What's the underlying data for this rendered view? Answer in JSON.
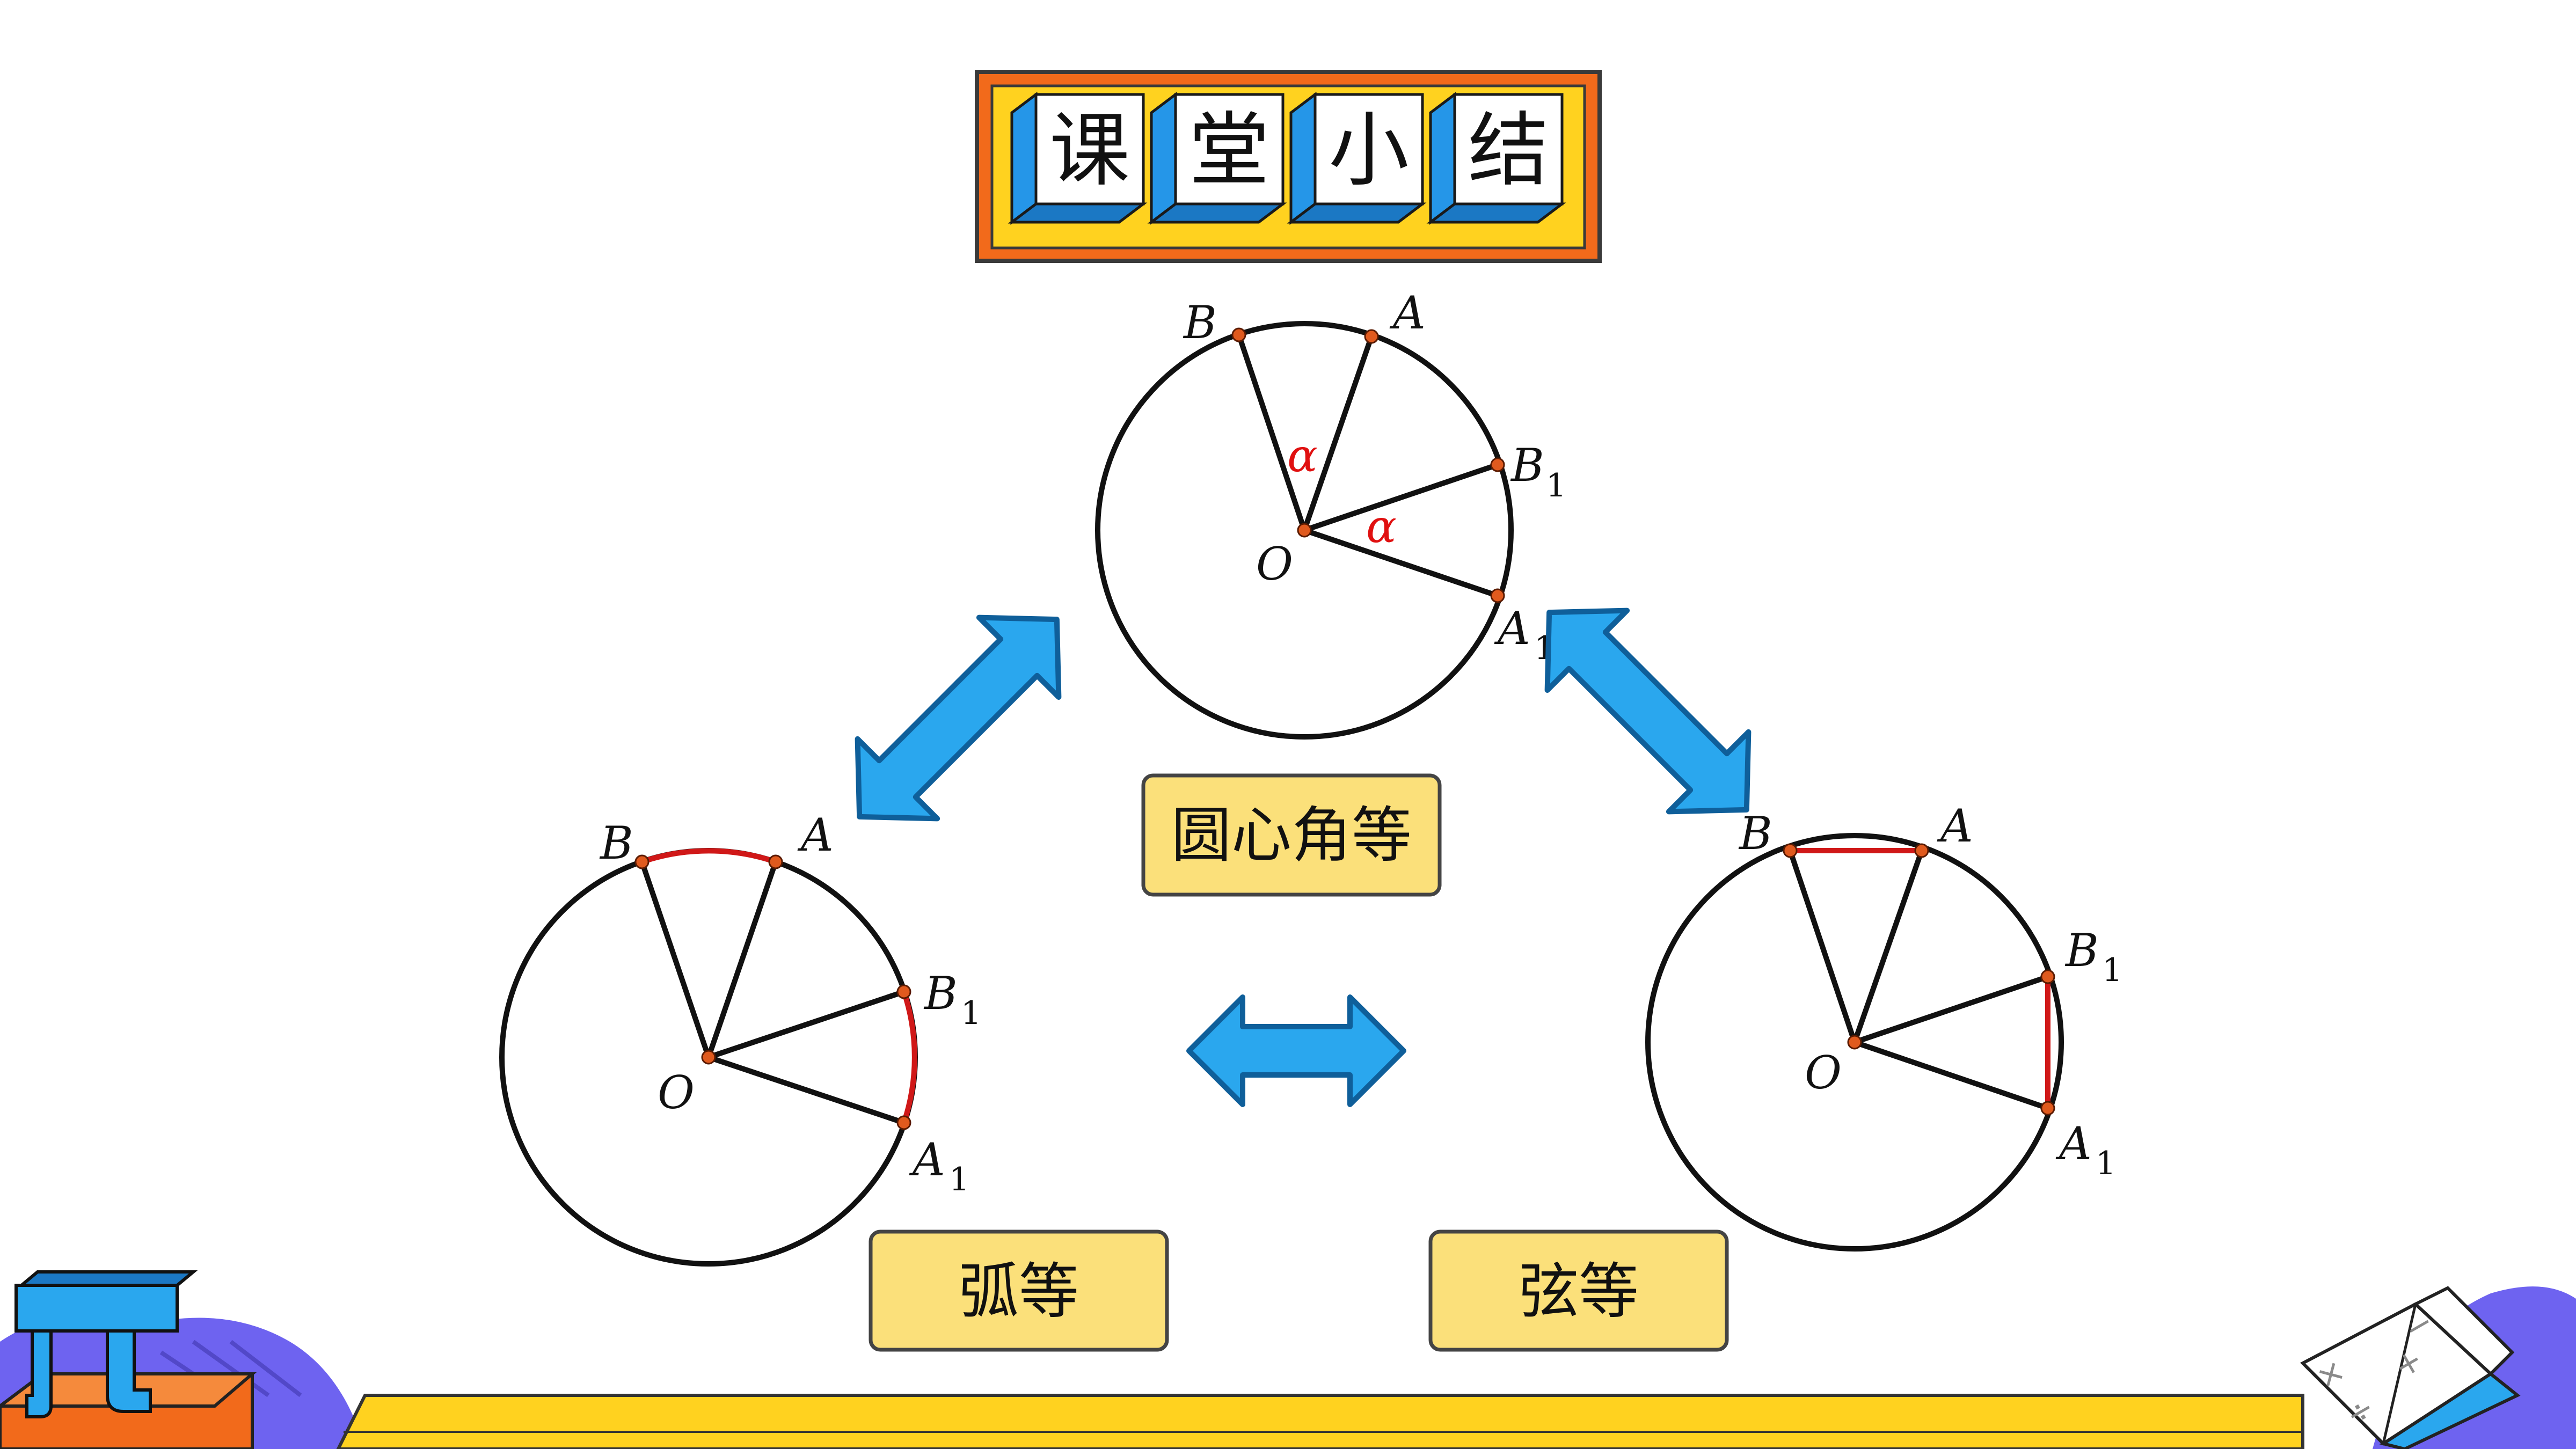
{
  "title": {
    "chars": [
      "课",
      "堂",
      "小",
      "结"
    ]
  },
  "captions": {
    "central_angle": "圆心角等",
    "arc": "弧等",
    "chord": "弦等"
  },
  "labels": {
    "center": "O",
    "A": "A",
    "B": "B",
    "A1": "A",
    "B1": "B",
    "subscript": "1",
    "alpha": "α"
  },
  "colors": {
    "title_outer": "#f26a1b",
    "title_inner": "#ffd21f",
    "block_blue": "#2596e8",
    "arrow_blue": "#2aa7ee",
    "caption_fill": "#fbe07a",
    "highlight_red": "#d01818",
    "point_orange": "#e05a1e",
    "footer_yellow": "#ffd21f",
    "deco_purple": "#6e63f0"
  },
  "icons": [
    "pi-icon",
    "open-book-icon",
    "double-arrow-icon"
  ]
}
